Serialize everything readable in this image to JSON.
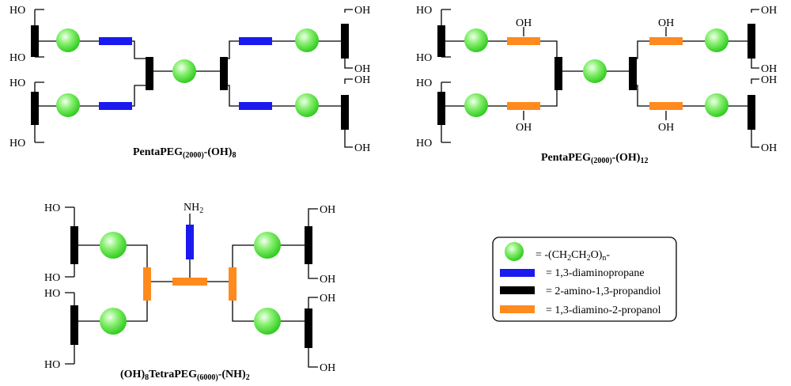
{
  "colors": {
    "sphere": "#44dd33",
    "sphere_light": "#f2fff0",
    "blue": "#1a1aee",
    "black": "#000000",
    "orange": "#ff8a1e"
  },
  "labels": {
    "oh": "OH",
    "ho": "HO",
    "nh": "NH",
    "sub2": "2"
  },
  "captions": {
    "c1": {
      "a": "PentaPEG",
      "sub": "(2000)",
      "b": "-(OH)",
      "sub2": "8"
    },
    "c2": {
      "a": "PentaPEG",
      "sub": "(2000)",
      "b": "-(OH)",
      "sub2": "12"
    },
    "c3": {
      "a": "(OH)",
      "sub1": "8",
      "b": "TetraPEG",
      "sub2": "(6000)",
      "c": "-(NH)",
      "sub3": "2"
    }
  },
  "legend": {
    "peg": {
      "a": "=  -(CH",
      "s1": "2",
      "b": "CH",
      "s2": "2",
      "c": "O)",
      "s3": "n",
      "d": "-"
    },
    "blue": "=  1,3-diaminopropane",
    "black": "=  2-amino-1,3-propandiol",
    "orange": "=  1,3-diamino-2-propanol"
  }
}
